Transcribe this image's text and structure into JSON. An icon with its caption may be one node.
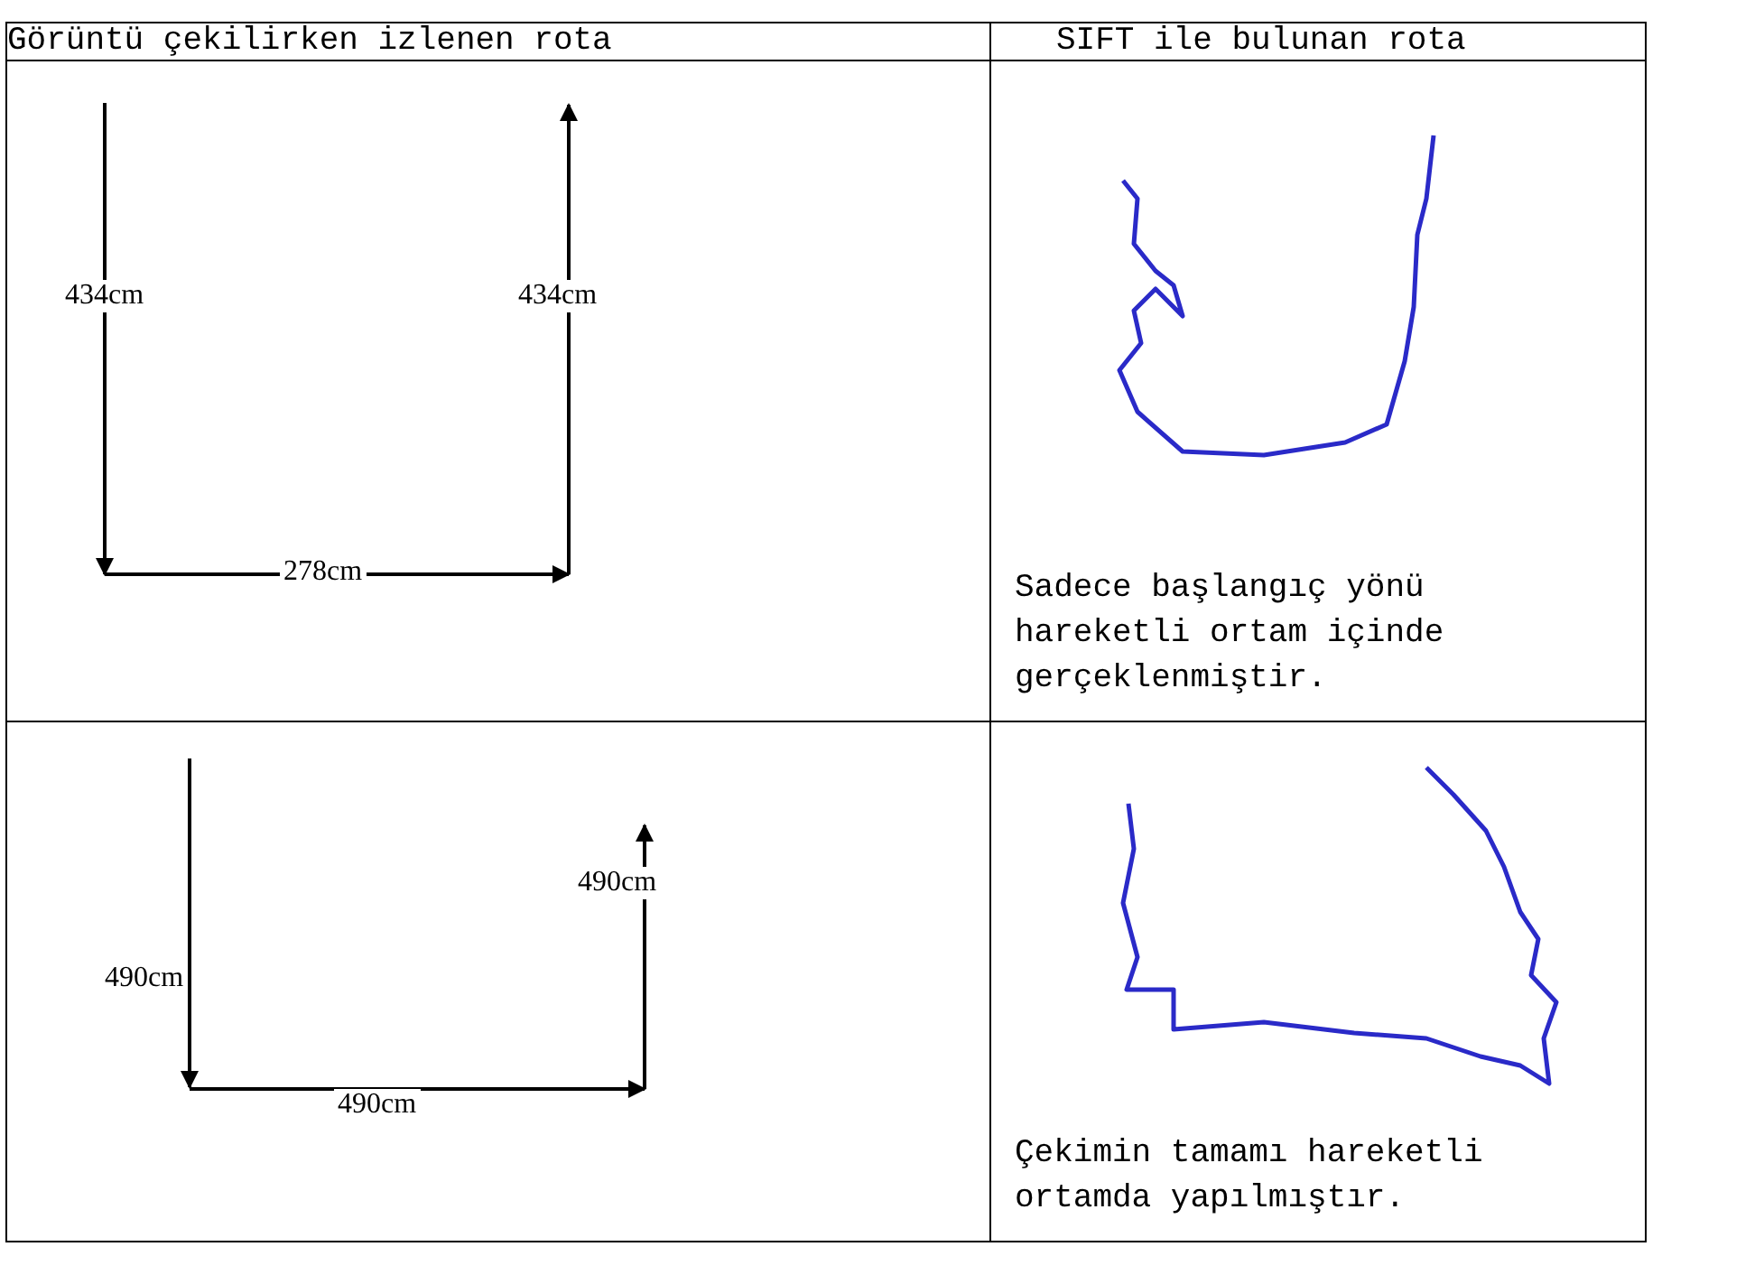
{
  "diagram": {
    "labels": [
      "Görüntü çekilirken izlenen rota",
      "SIFT ile bulunan rota",
      "434cm",
      "434cm",
      "278cm",
      "Sadece başlangıç yönü hareketli ortam içinde gerçeklenmiştir.",
      "490cm",
      "490cm",
      "490cm",
      "Çekimin tamamı hareketli ortamda yapılmıştır."
    ]
  }
}
